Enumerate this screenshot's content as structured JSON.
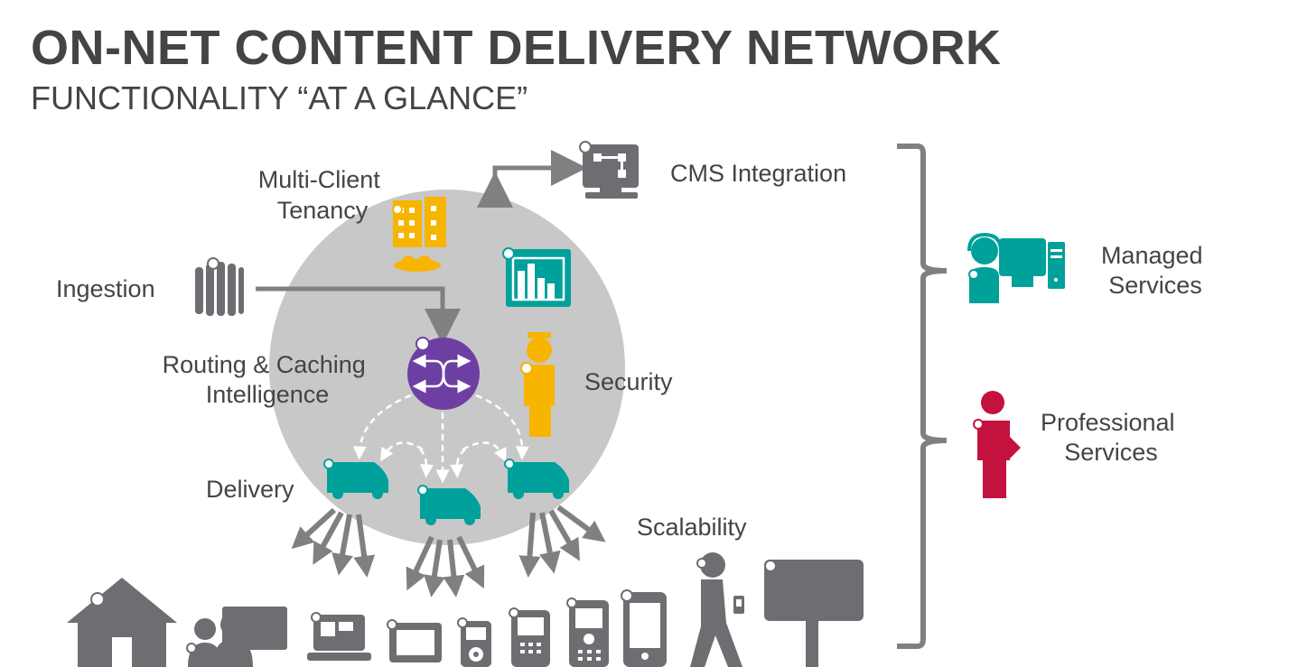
{
  "title": "ON-NET CONTENT DELIVERY NETWORK",
  "subtitle": "FUNCTIONALITY “AT A GLANCE”",
  "labels": {
    "multi_client": [
      "Multi-Client",
      "Tenancy"
    ],
    "cms": "CMS Integration",
    "ingestion": "Ingestion",
    "routing": [
      "Routing & Caching",
      "Intelligence"
    ],
    "security": "Security",
    "delivery": "Delivery",
    "scalability": "Scalability",
    "managed": [
      "Managed",
      "Services"
    ],
    "professional": [
      "Professional",
      "Services"
    ]
  },
  "colors": {
    "text": "#444444",
    "gray_icon": "#6d6e71",
    "circle": "#c8c8c8",
    "teal": "#00a19a",
    "orange": "#f7b500",
    "purple": "#6e3fa3",
    "crimson": "#c4123f"
  },
  "icons": [
    "building-icon",
    "cms-monitor-icon",
    "ingestion-server-icon",
    "analytics-chart-icon",
    "router-switch-icon",
    "security-guard-icon",
    "delivery-van-icon",
    "home-icon",
    "users-screen-icon",
    "laptop-icon",
    "tv-icon",
    "ipod-icon",
    "phone-icon",
    "feature-phone-icon",
    "smartphone-icon",
    "walking-person-icon",
    "billboard-icon",
    "support-agent-icon",
    "professional-person-icon"
  ]
}
